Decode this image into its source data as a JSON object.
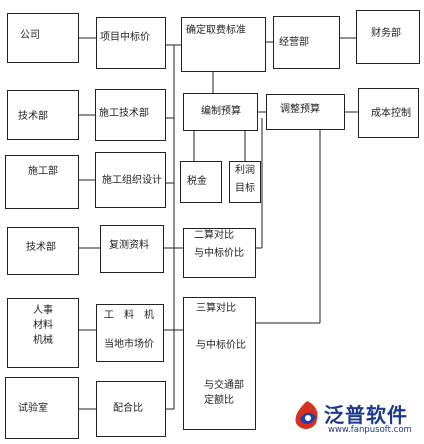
{
  "nodes": {
    "gongsi": "公司",
    "xiangmu_zhongbiaojia": "项目中标价",
    "queding_qufei_biaozhun": "确定取费标准",
    "jingyingbu": "经营部",
    "caiwubu": "财务部",
    "jishubu_1": "技术部",
    "shigong_jishubiao": "施工技术部",
    "bianzhi_yusuan": "编制预算",
    "tiaozheng_yusuan": "调整预算",
    "chengben_kongzhi": "成本控制",
    "shigongbu": "施工部",
    "shigong_zuzhi_sheji": "施工组织设计",
    "shuijin": "税金",
    "lirun_mubiao": [
      "利润",
      "目标"
    ],
    "jishubu_2": "技术部",
    "fuce_ziliao": "复测资料",
    "ersuan": [
      "二算对比",
      "与中标价比"
    ],
    "renshi": [
      "人事",
      "材料",
      "机械"
    ],
    "gongliaoji": [
      "工　料　机",
      "当地市场价"
    ],
    "sansuan": [
      "三算对比",
      "与中标价比",
      "与交通部",
      "定额比"
    ],
    "shiyanshi": "试验室",
    "peihebi": "配合比"
  },
  "logo": {
    "brand": "泛普软件",
    "url": "www.fanpusoft.com"
  }
}
